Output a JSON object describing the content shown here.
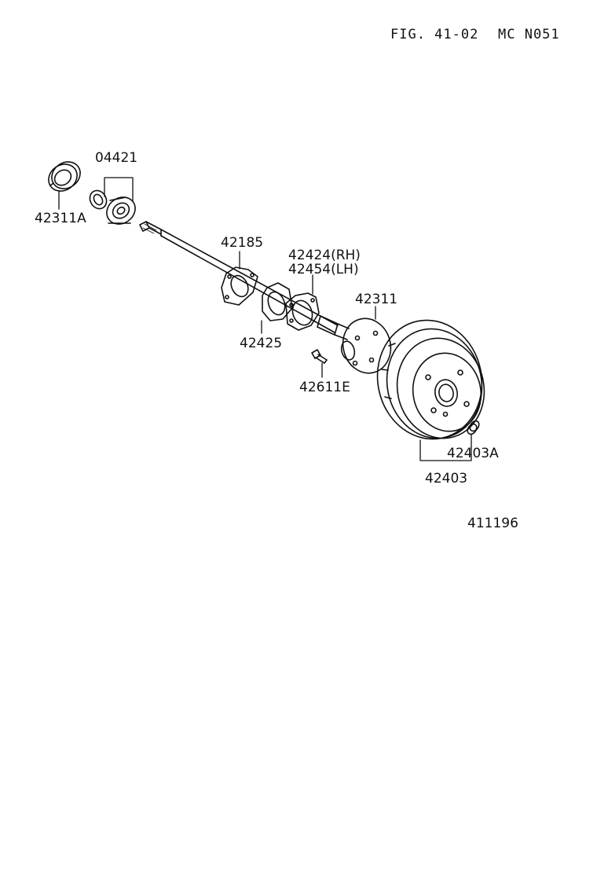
{
  "header": {
    "fig": "FIG. 41-02",
    "model": "MC N051"
  },
  "callouts": {
    "p42311A": "42311A",
    "p04421": "04421",
    "p42185": "42185",
    "p42424": "42424(RH)",
    "p42454": "42454(LH)",
    "p42311": "42311",
    "p42425": "42425",
    "p42611E": "42611E",
    "p42403A": "42403A",
    "p42403": "42403"
  },
  "ref_number": "411196"
}
